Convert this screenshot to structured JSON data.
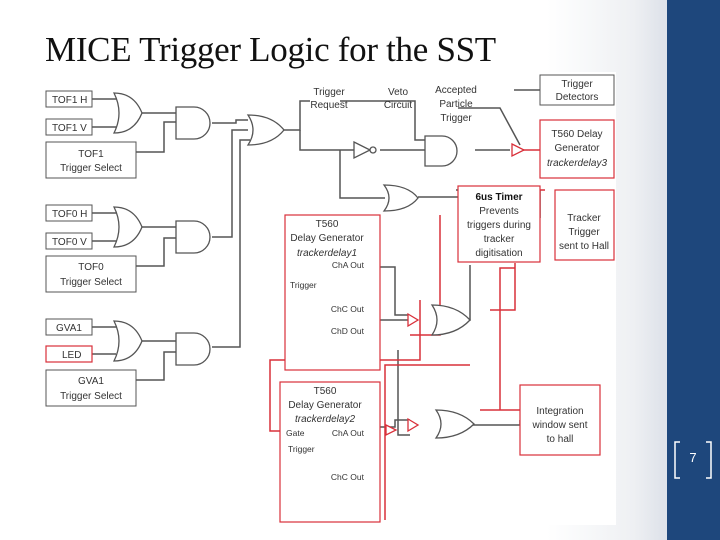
{
  "slide": {
    "title": "MICE Trigger Logic for the SST",
    "page_number": "7"
  },
  "inputs": {
    "tof1_h": "TOF1 H",
    "tof1_v": "TOF1 V",
    "tof1_select_line1": "TOF1",
    "tof1_select_line2": "Trigger Select",
    "tof0_h": "TOF0 H",
    "tof0_v": "TOF0 V",
    "tof0_select_line1": "TOF0",
    "tof0_select_line2": "Trigger Select",
    "gva1": "GVA1",
    "led": "LED",
    "gva1_select_line1": "GVA1",
    "gva1_select_line2": "Trigger Select"
  },
  "top_labels": {
    "trigger_request_line1": "Trigger",
    "trigger_request_line2": "Request",
    "veto_line1": "Veto",
    "veto_line2": "Circuit",
    "accepted_line1": "Accepted",
    "accepted_line2": "Particle",
    "accepted_line3": "Trigger"
  },
  "trigger_detectors": {
    "line1": "Trigger",
    "line2": "Detectors"
  },
  "t560_delay3": {
    "line1": "T560 Delay",
    "line2": "Generator",
    "line3": "trackerdelay3"
  },
  "timer": {
    "title": "6us Timer",
    "line1": "Prevents",
    "line2": "triggers during",
    "line3": "tracker",
    "line4": "digitisation"
  },
  "tracker_trigger": {
    "line1": "Tracker",
    "line2": "Trigger",
    "line3": "sent to Hall"
  },
  "delay1": {
    "line1": "T560",
    "line2": "Delay Generator",
    "line3": "trackerdelay1",
    "cha_out": "ChA Out",
    "trigger": "Trigger",
    "chc_out": "ChC Out",
    "chd_out": "ChD Out"
  },
  "delay2": {
    "line1": "T560",
    "line2": "Delay Generator",
    "line3": "trackerdelay2",
    "gate": "Gate",
    "cha_out": "ChA Out",
    "trigger": "Trigger",
    "chc_out": "ChC Out"
  },
  "integration": {
    "line1": "Integration",
    "line2": "window sent",
    "line3": "to hall"
  },
  "colors": {
    "logic_line": "#555555",
    "red_line": "#d9303a",
    "slide_band": "#1e477c"
  }
}
